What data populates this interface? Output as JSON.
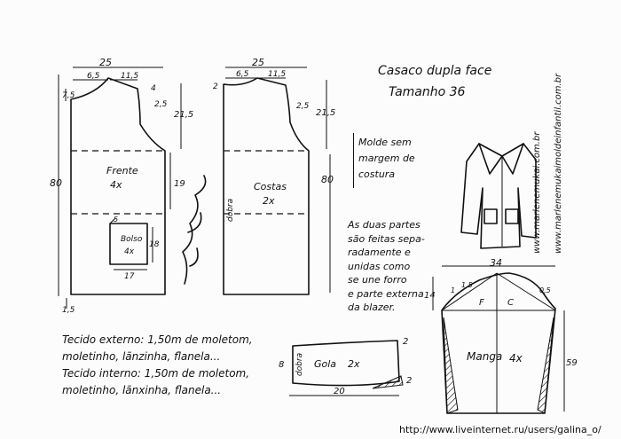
{
  "title": {
    "line1": "Casaco dupla face",
    "line2": "Tamanho 36"
  },
  "note_seam": [
    "Molde sem",
    "margem de",
    "costura"
  ],
  "note_parts": [
    "As duas partes",
    "são feitas sepa-",
    "radamente e",
    "unidas como",
    "se une forro",
    "e parte externa",
    "da blazer."
  ],
  "website_lines": [
    "www.marlenemukai.com.br",
    "www.marlenemukaimoldeinfantil.com.br"
  ],
  "footer_url": "http://www.liveinternet.ru/users/galina_o/",
  "fabric": {
    "external": "Tecido externo: 1,50m de moletom,",
    "external_cont": "moletinho, lãnzinha, flanela...",
    "internal": "Tecido interno: 1,50m de moletom,",
    "internal_cont": "moletinho, lãnxinha, flanela..."
  },
  "front": {
    "label": "Frente",
    "qty": "4x",
    "dims": {
      "width": "25",
      "neck": "6,5",
      "shoulder": "11,5",
      "drop_left": "7,5",
      "drop_right": "4",
      "armhole_in": "2,5",
      "armhole_h": "21,5",
      "lower_h": "19",
      "total_h": "80",
      "bottom": "1,5"
    },
    "pocket": {
      "label": "Bolso",
      "qty": "4x",
      "w": "17",
      "h": "18",
      "top": "5"
    }
  },
  "back": {
    "label": "Costas",
    "qty": "2x",
    "fold": "dobra",
    "dims": {
      "width": "25",
      "neck": "6,5",
      "shoulder": "11,5",
      "neck_drop": "2",
      "armhole_in": "2,5",
      "armhole_h": "21,5",
      "total_h": "80"
    }
  },
  "collar": {
    "label": "Gola",
    "qty": "2x",
    "fold": "dobra",
    "len": "20",
    "h": "8",
    "end1": "2",
    "end2": "2"
  },
  "sleeve": {
    "label": "Manga",
    "qty": "4x",
    "front_mark": "F",
    "back_mark": "C",
    "width": "34",
    "cap_h": "14",
    "len": "59",
    "left_off": "1",
    "mid_off": "1,5",
    "right_off": "0,5"
  },
  "signature": "Marlene Mukai"
}
